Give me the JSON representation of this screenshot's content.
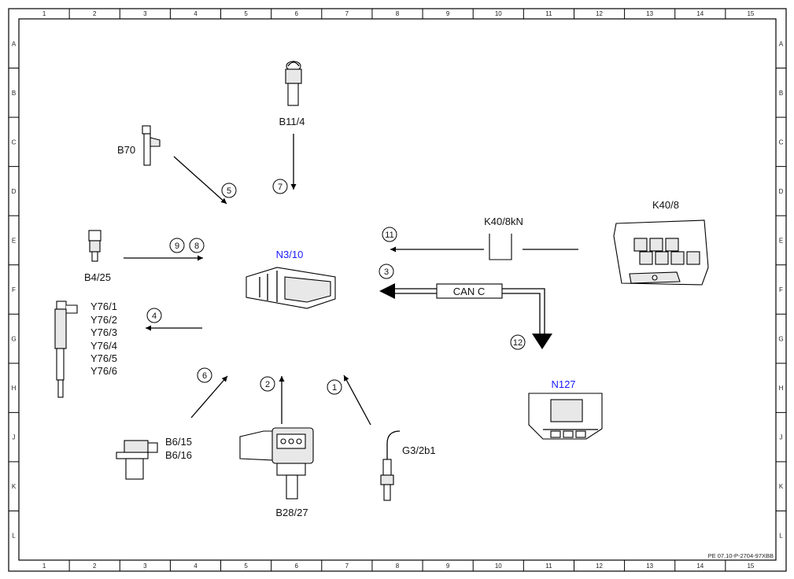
{
  "frame": {
    "col_labels": [
      "1",
      "2",
      "3",
      "4",
      "5",
      "6",
      "7",
      "8",
      "9",
      "10",
      "11",
      "12",
      "13",
      "14",
      "15"
    ],
    "row_labels": [
      "A",
      "B",
      "C",
      "D",
      "E",
      "F",
      "G",
      "H",
      "J",
      "K",
      "L"
    ],
    "reference": "PE 07.10-P-2704-97XBB"
  },
  "components": {
    "b11_4": "B11/4",
    "b70": "B70",
    "b4_25": "B4/25",
    "n3_10": "N3/10",
    "y76": [
      "Y76/1",
      "Y76/2",
      "Y76/3",
      "Y76/4",
      "Y76/5",
      "Y76/6"
    ],
    "b6": [
      "B6/15",
      "B6/16"
    ],
    "b28_27": "B28/27",
    "g3_2b1": "G3/2b1",
    "k40_8kn": "K40/8kN",
    "k40_8": "K40/8",
    "can_c": "CAN C",
    "n127": "N127"
  },
  "signals": [
    "1",
    "2",
    "3",
    "4",
    "5",
    "6",
    "7",
    "8",
    "9",
    "11",
    "12"
  ],
  "colors": {
    "ecu_label": "#1a1aff",
    "line": "#000000"
  }
}
